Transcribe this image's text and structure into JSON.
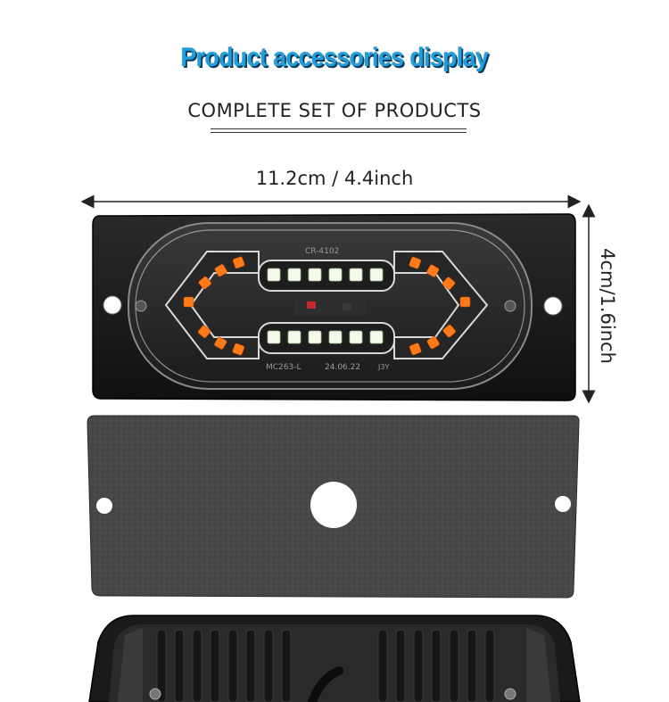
{
  "header": {
    "title": "Product accessories display",
    "subtitle": "COMPLETE SET OF PRODUCTS"
  },
  "dimensions": {
    "width_label": "11.2cm / 4.4inch",
    "height_label": "4cm/1.6inch"
  },
  "colors": {
    "title_blue": "#1f9fdc",
    "led_amber": "#ff7a18",
    "led_white": "#f4f9ec",
    "housing_black": "#141414",
    "gasket_gray": "#444444"
  },
  "items": [
    {
      "name": "led-light-module",
      "label": "CR-4102"
    },
    {
      "name": "foam-gasket",
      "label": ""
    },
    {
      "name": "back-housing",
      "label": ""
    }
  ],
  "pcb_marks": {
    "code_top": "CR-4102",
    "code_bottom": "MC263-L",
    "date": "24.06.22",
    "tag": "J3Y"
  }
}
